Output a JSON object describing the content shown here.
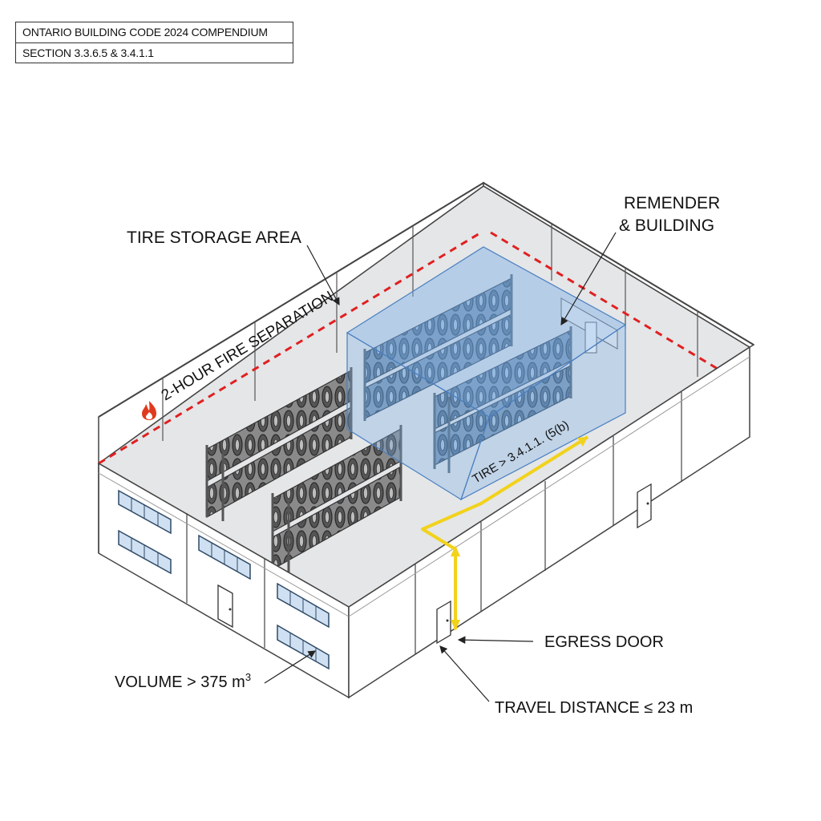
{
  "title_block": {
    "line1": "ONTARIO BUILDING CODE 2024 COMPENDIUM",
    "line2": "SECTION 3.3.6.5 & 3.4.1.1"
  },
  "labels": {
    "tire_storage_area": "TIRE STORAGE AREA",
    "remainder_line1": "REMENDER",
    "remainder_line2": "& BUILDING",
    "fire_separation": "2-HOUR FIRE SEPARATION",
    "tire_reference": "TIRE > 3.4.1.1. (5(b)",
    "egress_door": "EGRESS DOOR",
    "volume_prefix": "VOLUME > 375 m",
    "volume_exponent": "3",
    "travel_distance": "TRAVEL DISTANCE ≤ 23 m"
  },
  "icons": {
    "fire": "fire-icon"
  },
  "colors": {
    "fire_separation_line": "#e02020",
    "egress_path": "#f2d21b",
    "tire_storage_zone": "#7fb0e6",
    "fire_icon": "#e03a1e"
  }
}
